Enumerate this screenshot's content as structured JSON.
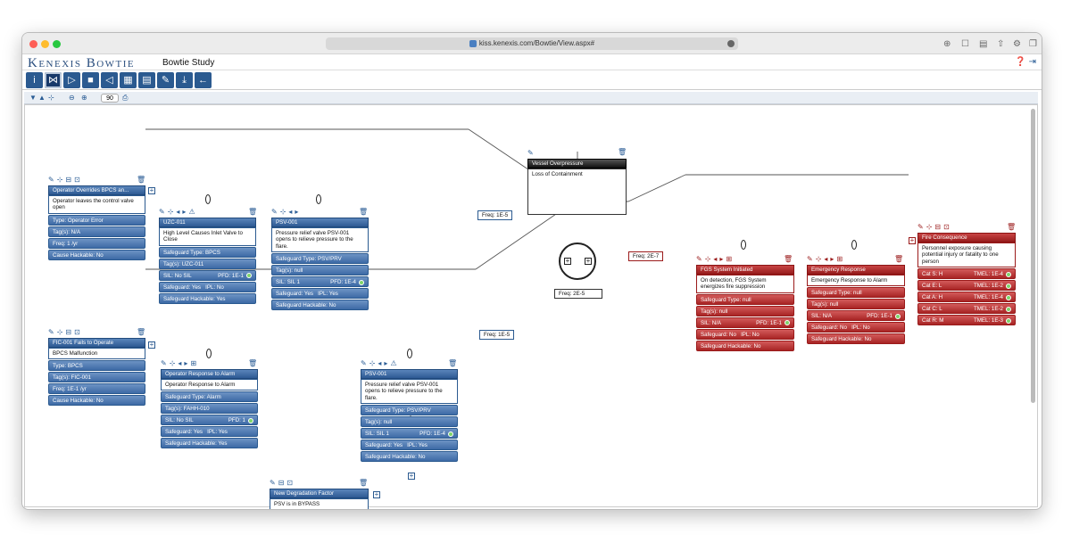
{
  "browser": {
    "url": "kiss.kenexis.com/Bowtie/View.aspx#"
  },
  "app": {
    "brand": "Kenexis Bowtie",
    "title": "Bowtie Study"
  },
  "toolbar": {
    "zoom": "90"
  },
  "hazard": {
    "title": "Vessel Overpressure",
    "event": "Loss of Containment"
  },
  "center": {
    "freq": "Freq: 2E-5"
  },
  "threat1": {
    "title": "Operator Overrides BPCS an...",
    "desc": "Operator leaves the control valve open",
    "type": "Type: Operator Error",
    "tags": "Tag(s): N/A",
    "freq": "Freq: 1 /yr",
    "hackable": "Cause Hackable: No"
  },
  "t1b1": {
    "title": "UZC-011",
    "desc": "High Level Causes Inlet Valve to Close",
    "sgtype": "Safeguard Type: BPCS",
    "tags": "Tag(s): UZC-011",
    "sil": "SIL: No SIL",
    "pfd": "PFD: 1E-1",
    "sg": "Safeguard: Yes",
    "ipl": "IPL: No",
    "hack": "Safeguard Hackable: Yes"
  },
  "t1b2": {
    "title": "PSV-001",
    "desc": "Pressure relief valve PSV-001 opens to relieve pressure to the flare.",
    "sgtype": "Safeguard Type: PSV/PRV",
    "tags": "Tag(s): null",
    "sil": "SIL: SIL 1",
    "pfd": "PFD: 1E-4",
    "sg": "Safeguard: Yes",
    "ipl": "IPL: Yes",
    "hack": "Safeguard Hackable: No"
  },
  "freq1": "Freq: 1E-5",
  "threat2": {
    "title": "FIC-001 Fails to Operate",
    "desc": "BPCS Malfunction",
    "type": "Type: BPCS",
    "tags": "Tag(s): FIC-001",
    "freq": "Freq: 1E-1 /yr",
    "hackable": "Cause Hackable: No"
  },
  "t2b1": {
    "title": "Operator Response to Alarm",
    "desc": "Operator Response to Alarm",
    "sgtype": "Safeguard Type: Alarm",
    "tags": "Tag(s): FAHH-010",
    "sil": "SIL: No SIL",
    "pfd": "PFD: 1",
    "sg": "Safeguard: Yes",
    "ipl": "IPL: Yes",
    "hack": "Safeguard Hackable: Yes"
  },
  "t2b2": {
    "title": "PSV-001",
    "desc": "Pressure relief valve PSV-001 opens to relieve pressure to the flare.",
    "sgtype": "Safeguard Type: PSV/PRV",
    "tags": "Tag(s): null",
    "sil": "SIL: SIL 1",
    "pfd": "PFD: 1E-4",
    "sg": "Safeguard: Yes",
    "ipl": "IPL: Yes",
    "hack": "Safeguard Hackable: No"
  },
  "freq2": "Freq: 1E-5",
  "degrade": {
    "title": "New Degradation Factor",
    "desc": "PSV is in BYPASS"
  },
  "freq3": "Freq: 2E-7",
  "c1": {
    "title": "FGS System Initiated",
    "desc": "On detection, FGS System energizes fire suppression",
    "sgtype": "Safeguard Type: null",
    "tags": "Tag(s): null",
    "sil": "SIL: N/A",
    "pfd": "PFD: 1E-1",
    "sg": "Safeguard: No",
    "ipl": "IPL: No",
    "hack": "Safeguard Hackable: No"
  },
  "c2": {
    "title": "Emergency Response",
    "desc": "Emergency Response to Alarm",
    "sgtype": "Safeguard Type: null",
    "tags": "Tag(s): null",
    "sil": "SIL: N/A",
    "pfd": "PFD: 1E-1",
    "sg": "Safeguard: No",
    "ipl": "IPL: No",
    "hack": "Safeguard Hackable: No"
  },
  "consequence": {
    "title": "Fire Consequence",
    "desc": "Personnel exposure causing potential injury or fatality to one person",
    "rows": [
      {
        "cat": "Cat S: H",
        "tmel": "TMEL: 1E-4"
      },
      {
        "cat": "Cat E: L",
        "tmel": "TMEL: 1E-2"
      },
      {
        "cat": "Cat A: H",
        "tmel": "TMEL: 1E-4"
      },
      {
        "cat": "Cat C: L",
        "tmel": "TMEL: 1E-2"
      },
      {
        "cat": "Cat R: M",
        "tmel": "TMEL: 1E-3"
      }
    ]
  }
}
